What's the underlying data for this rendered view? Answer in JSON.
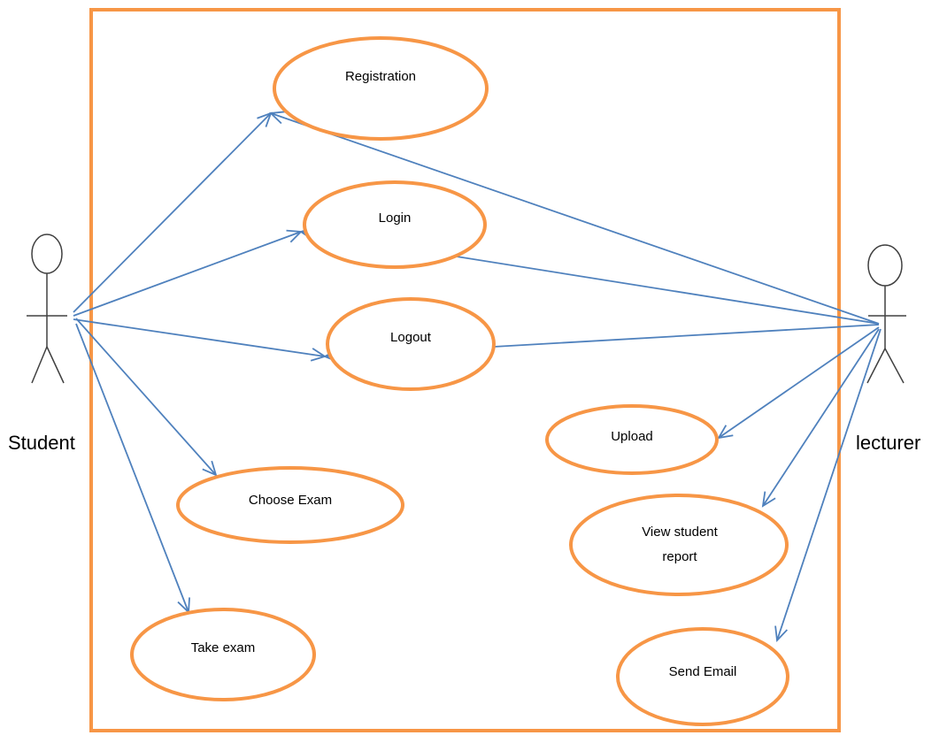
{
  "colors": {
    "boundary": "#F79646",
    "use_case_stroke": "#F79646",
    "association": "#4F81BD",
    "actor": "#404040",
    "background": "#FFFFFF"
  },
  "actors": {
    "student": {
      "label": "Student"
    },
    "lecturer": {
      "label": "lecturer"
    }
  },
  "use_cases": {
    "registration": {
      "lines": [
        "Registration"
      ]
    },
    "login": {
      "lines": [
        "Login"
      ]
    },
    "logout": {
      "lines": [
        "Logout"
      ]
    },
    "choose_exam": {
      "lines": [
        "Choose Exam"
      ]
    },
    "take_exam": {
      "lines": [
        "Take exam"
      ]
    },
    "upload": {
      "lines": [
        "Upload"
      ]
    },
    "view_report": {
      "lines": [
        "View student",
        "report"
      ]
    },
    "send_email": {
      "lines": [
        "Send Email"
      ]
    }
  },
  "associations": [
    {
      "from": "student",
      "to": "registration"
    },
    {
      "from": "student",
      "to": "login"
    },
    {
      "from": "student",
      "to": "logout"
    },
    {
      "from": "student",
      "to": "choose_exam"
    },
    {
      "from": "student",
      "to": "take_exam"
    },
    {
      "from": "lecturer",
      "to": "registration"
    },
    {
      "from": "lecturer",
      "to": "login"
    },
    {
      "from": "lecturer",
      "to": "logout"
    },
    {
      "from": "lecturer",
      "to": "upload"
    },
    {
      "from": "lecturer",
      "to": "view_report"
    },
    {
      "from": "lecturer",
      "to": "send_email"
    }
  ]
}
